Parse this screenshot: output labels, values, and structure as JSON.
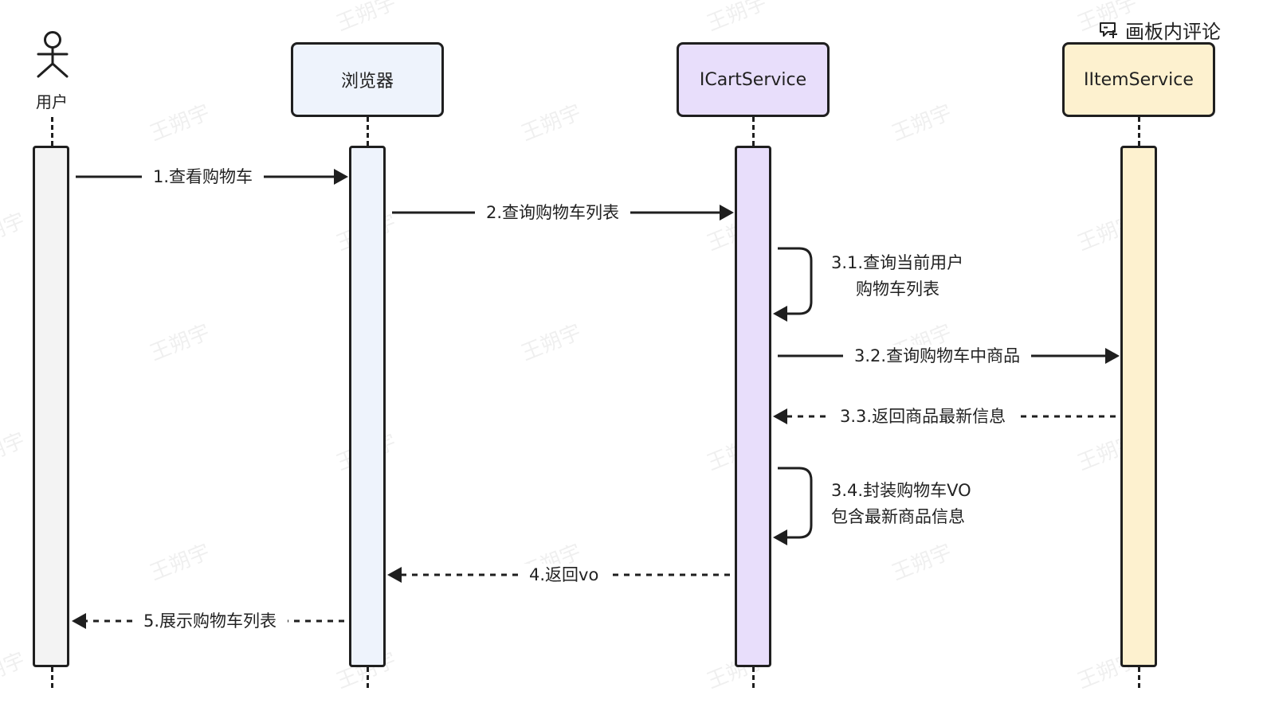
{
  "toolbar": {
    "comment_label": "画板内评论",
    "comment_icon": "comment-add-icon"
  },
  "watermark": "王朔宇",
  "actor": {
    "label": "用户"
  },
  "participants": [
    {
      "label": "浏览器",
      "fill": "#eef3fc"
    },
    {
      "label": "ICartService",
      "fill": "#e8defb"
    },
    {
      "label": "IItemService",
      "fill": "#fdf1cf"
    }
  ],
  "activation_colors": {
    "user": "#f3f3f3",
    "browser": "#eef3fc",
    "cart": "#e8defb",
    "item": "#fdf1cf"
  },
  "messages": {
    "m1": "1.查看购物车",
    "m2": "2.查询购物车列表",
    "m31_line1": "3.1.查询当前用户",
    "m31_line2": "购物车列表",
    "m32": "3.2.查询购物车中商品",
    "m33": "3.3.返回商品最新信息",
    "m34_line1": "3.4.封装购物车VO",
    "m34_line2": "包含最新商品信息",
    "m4": "4.返回vo",
    "m5": "5.展示购物车列表"
  }
}
